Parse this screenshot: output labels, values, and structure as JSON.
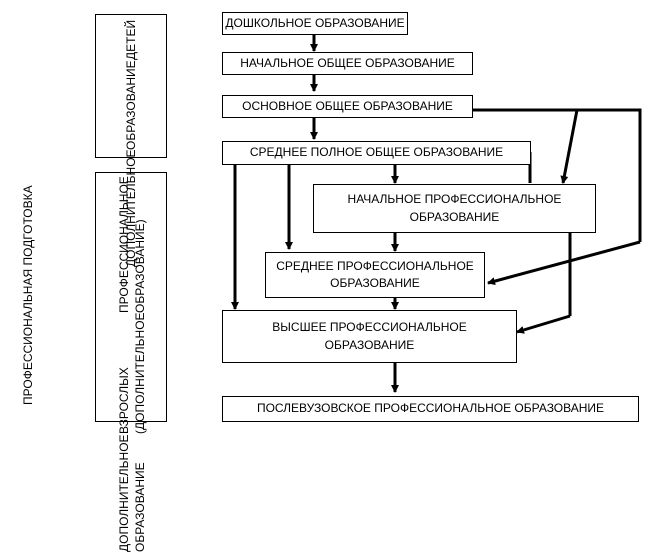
{
  "left_labels": {
    "professional_training": "ПРОФЕССИОНАЛЬНАЯ ПОДГОТОВКА",
    "children_additional": [
      "ДОПОЛНИТЕЛЬНОЕ",
      "ОБРАЗОВАНИЕ",
      "ДЕТЕЙ"
    ],
    "adults_additional": [
      "ДОПОЛНИТЕЛЬНОЕ ОБРАЗОВАНИЕ",
      "ВЗРОСЛЫХ (ДОПОЛНИТЕЛЬНОЕ",
      "ПРОФЕССИОНАЛЬНОЕ ОБРАЗОВАНИЕ)"
    ]
  },
  "levels": {
    "preschool": "ДОШКОЛЬНОЕ ОБРАЗОВАНИЕ",
    "primary_general": "НАЧАЛЬНОЕ ОБЩЕЕ  ОБРАЗОВАНИЕ",
    "basic_general": "ОСНОВНОЕ ОБЩЕЕ ОБРАЗОВАНИЕ",
    "secondary_full_general": "СРЕДНЕЕ ПОЛНОЕ ОБЩЕЕ ОБРАЗОВАНИЕ",
    "primary_professional": [
      "НАЧАЛЬНОЕ ПРОФЕССИОНАЛЬНОЕ",
      "ОБРАЗОВАНИЕ"
    ],
    "secondary_professional": [
      "СРЕДНЕЕ ПРОФЕССИОНАЛЬНОЕ",
      "ОБРАЗОВАНИЕ"
    ],
    "higher_professional": [
      "ВЫСШЕЕ ПРОФЕССИОНАЛЬНОЕ",
      "ОБРАЗОВАНИЕ"
    ],
    "postgraduate": "ПОСЛЕВУЗОВСКОЕ ПРОФЕССИОНАЛЬНОЕ ОБРАЗОВАНИЕ"
  },
  "colors": {
    "line": "#000000",
    "border": "#000000"
  }
}
